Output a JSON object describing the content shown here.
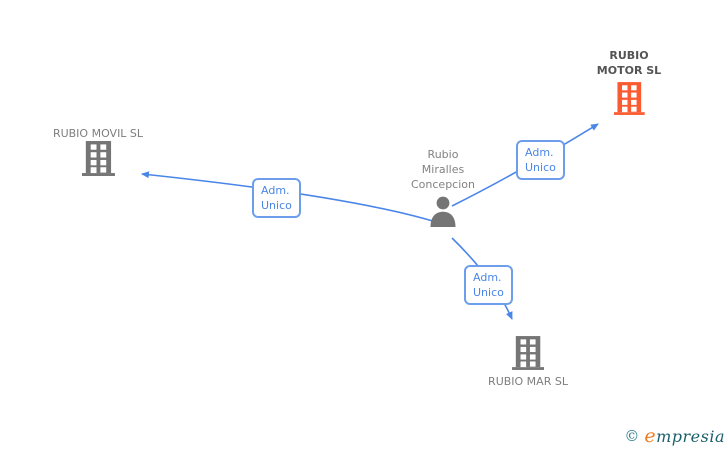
{
  "diagram": {
    "person": {
      "name_lines": [
        "Rubio",
        "Miralles",
        "Concepcion"
      ]
    },
    "companies": {
      "movil": {
        "name": "RUBIO MOVIL SL",
        "highlighted": false
      },
      "motor": {
        "name_lines": [
          "RUBIO",
          "MOTOR SL"
        ],
        "highlighted": true
      },
      "mar": {
        "name": "RUBIO MAR SL",
        "highlighted": false
      }
    },
    "edges": {
      "movil": {
        "label_lines": [
          "Adm.",
          "Unico"
        ]
      },
      "motor": {
        "label_lines": [
          "Adm.",
          "Unico"
        ]
      },
      "mar": {
        "label_lines": [
          "Adm.",
          "Unico"
        ]
      }
    },
    "colors": {
      "edge_blue": "#4a86e8",
      "box_border_blue": "#6d9eeb",
      "node_gray": "#757575",
      "label_gray": "#7e7e7e",
      "highlight_orange": "#fa5b30"
    }
  },
  "footer": {
    "copyright": "©",
    "brand_first_letter": "e",
    "brand_rest": "mpresia"
  }
}
